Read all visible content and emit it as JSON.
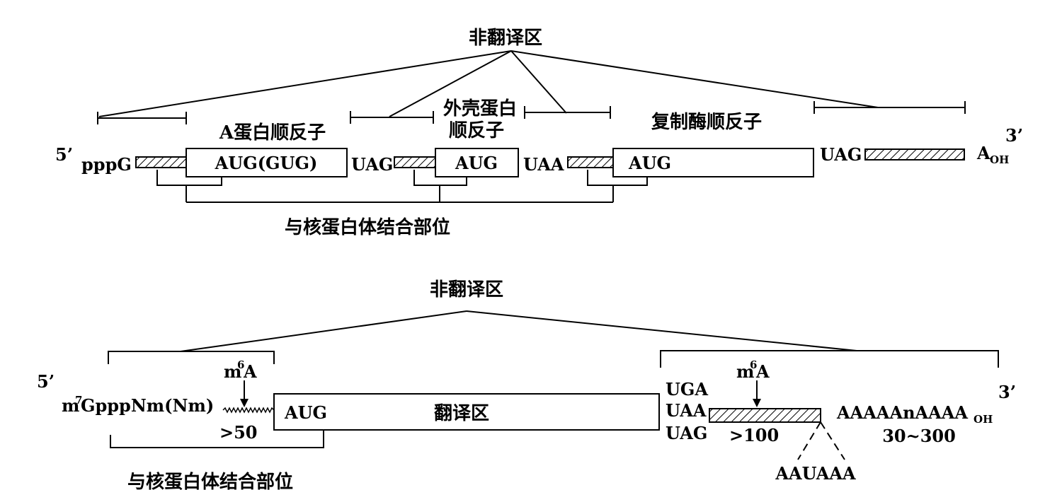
{
  "top": {
    "ntr_title": "非翻译区",
    "end5": "5’",
    "end3": "3’",
    "cap": "pppG",
    "tail_base": "A",
    "tail_sub": "OH",
    "gene_a_label": "A蛋白顺反子",
    "coat_label_line1": "外壳蛋白",
    "coat_label_line2": "顺反子",
    "replicase_label": "复制酶顺反子",
    "start_a": "AUG(GUG)",
    "start_coat": "AUG",
    "start_rep": "AUG",
    "stop1": "UAG",
    "stop2": "UAA",
    "stop3": "UAG",
    "ribosome_site": "与核蛋白体结合部位"
  },
  "bottom": {
    "ntr_title": "非翻译区",
    "end5": "5’",
    "end3": "3’",
    "cap_m": "m",
    "cap_sup": "7",
    "cap_rest": "GpppNm(Nm)",
    "m6a_left_m": "m",
    "m6a_left_sup": "6",
    "m6a_left_A": "A",
    "m6a_right_m": "m",
    "m6a_right_sup": "6",
    "m6a_right_A": "A",
    "start_codon": "AUG",
    "coding_region": "翻译区",
    "leader_length": ">50",
    "stop_codons": [
      "UGA",
      "UAA",
      "UAG"
    ],
    "utr3_length": ">100",
    "polya_main": "AAAAAnAAAA",
    "polya_sub": "OH",
    "polya_length": "30~300",
    "signal": "AAUAAA",
    "ribosome_site": "与核蛋白体结合部位"
  }
}
